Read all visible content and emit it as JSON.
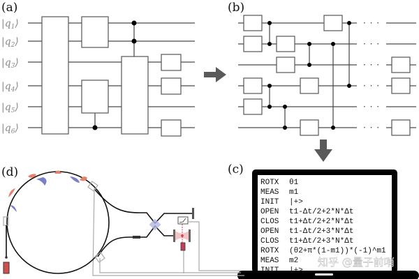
{
  "figure": {
    "panels": {
      "a": {
        "label": "(a)"
      },
      "b": {
        "label": "(b)"
      },
      "c": {
        "label": "(c)"
      },
      "d": {
        "label": "(d)"
      }
    },
    "qubits": [
      {
        "name": "q",
        "index": "1"
      },
      {
        "name": "q",
        "index": "2"
      },
      {
        "name": "q",
        "index": "3"
      },
      {
        "name": "q",
        "index": "4"
      },
      {
        "name": "q",
        "index": "5"
      },
      {
        "name": "q",
        "index": "6"
      }
    ],
    "ellipsis": "· · ·",
    "program": {
      "lines": [
        {
          "op": "ROTX",
          "arg": "θ1"
        },
        {
          "op": "MEAS",
          "arg": "m1"
        },
        {
          "op": "INIT",
          "arg": "|+>"
        },
        {
          "op": "OPEN",
          "arg": "t1-Δt/2+2*N*Δt"
        },
        {
          "op": "CLOS",
          "arg": "t1+Δt/2+2*N*Δt"
        },
        {
          "op": "OPEN",
          "arg": "t1-Δt/2+3*N*Δt"
        },
        {
          "op": "CLOS",
          "arg": "t1+Δt/2+3*N*Δt"
        },
        {
          "op": "ROTX",
          "arg": "(θ2+π*(1-m1))*(-1)^m1"
        },
        {
          "op": "MEAS",
          "arg": "m2"
        },
        {
          "op": "INIT",
          "arg": "|+>"
        }
      ]
    },
    "watermark": "知乎 @量子前哨",
    "colors": {
      "pulse_red": "#e8806a",
      "pulse_blue": "#7b7fc9",
      "cavity_pink": "#f4c4c4",
      "laser_red": "#c0405a",
      "laptop": "#000000"
    }
  }
}
